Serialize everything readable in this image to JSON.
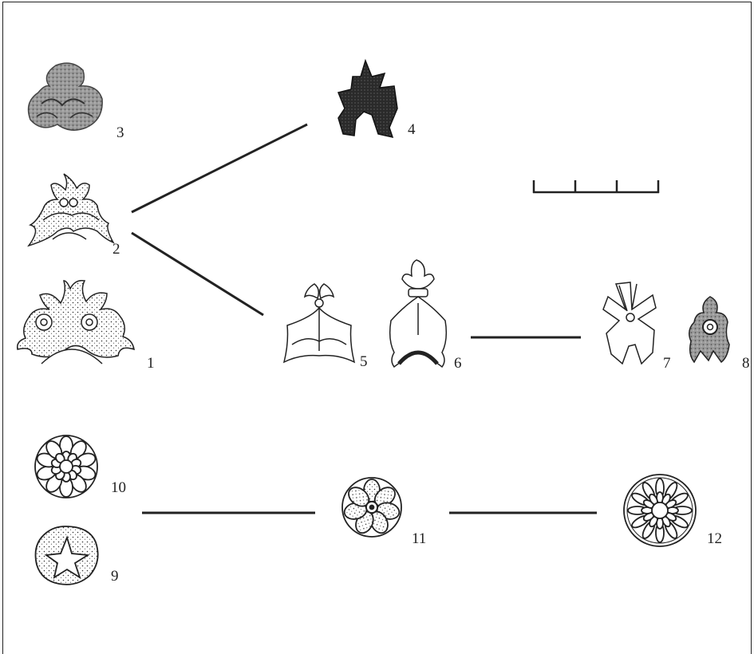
{
  "figure_labels": {
    "f1": "1",
    "f2": "2",
    "f3": "3",
    "f4": "4",
    "f5": "5",
    "f6": "6",
    "f7": "7",
    "f8": "8",
    "f9": "9",
    "f10": "10",
    "f11": "11",
    "f12": "12"
  },
  "scale_bar": {
    "divisions": 3
  },
  "colors": {
    "ink": "#222222",
    "paper": "#ffffff"
  }
}
